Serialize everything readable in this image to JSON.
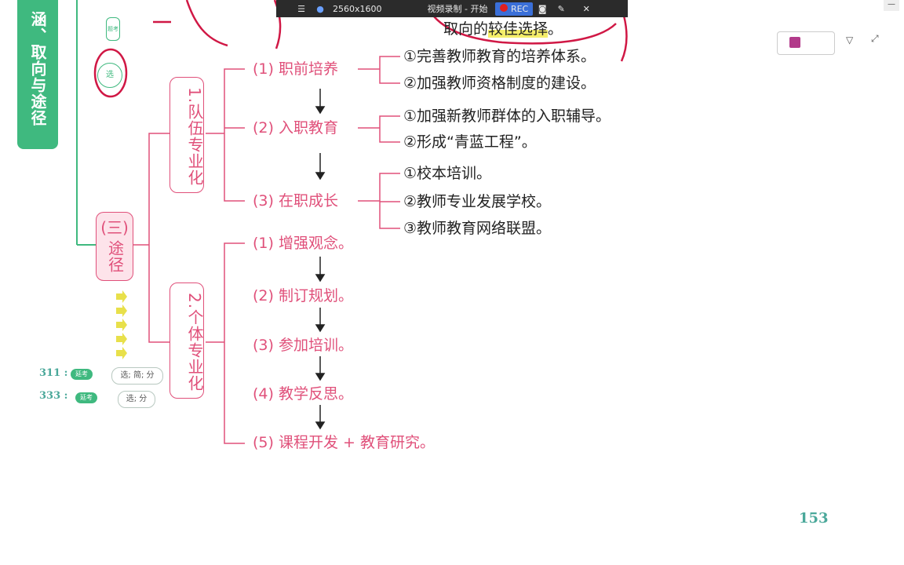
{
  "recorder": {
    "menu_icon": "menu-icon",
    "mic_icon": "microphone-icon",
    "resolution": "2560x1600",
    "title": "视频录制 - 开始",
    "rec_label": "REC",
    "camera_icon": "camera-icon",
    "pen_icon": "pen-icon",
    "close_icon": "close-icon"
  },
  "top": {
    "text_prefix": "取向的",
    "highlight": "较佳选择",
    "suffix": "。"
  },
  "side": {
    "title": "涵、取向与途径",
    "mark_small": "题考",
    "circle_label": "选"
  },
  "section": {
    "number": "(三)",
    "name": "途径"
  },
  "groups": [
    {
      "title": "1.队伍专业化",
      "items": [
        {
          "label": "(1) 职前培养",
          "subs": [
            "①完善教师教育的培养体系。",
            "②加强教师资格制度的建设。"
          ]
        },
        {
          "label": "(2) 入职教育",
          "subs": [
            "①加强新教师群体的入职辅导。",
            "②形成“青蓝工程”。"
          ]
        },
        {
          "label": "(3) 在职成长",
          "subs": [
            "①校本培训。",
            "②教师专业发展学校。",
            "③教师教育网络联盟。"
          ]
        }
      ]
    },
    {
      "title": "2.个体专业化",
      "items": [
        {
          "label": "(1) 增强观念。"
        },
        {
          "label": "(2) 制订规划。"
        },
        {
          "label": "(3) 参加培训。"
        },
        {
          "label": "(4) 教学反思。"
        },
        {
          "label": "(5) 课程开发 + 教育研究。"
        }
      ]
    }
  ],
  "exam": [
    {
      "code": "311 :",
      "tag": "延考",
      "types": "选; 简; 分"
    },
    {
      "code": "333 :",
      "tag": "延考",
      "types": "选; 分"
    }
  ],
  "page_number": "153",
  "colors": {
    "accent_pink": "#e0507a",
    "side_green": "#3fb97f",
    "page_num": "#4aa89a",
    "highlight": "#f5ee6a"
  }
}
